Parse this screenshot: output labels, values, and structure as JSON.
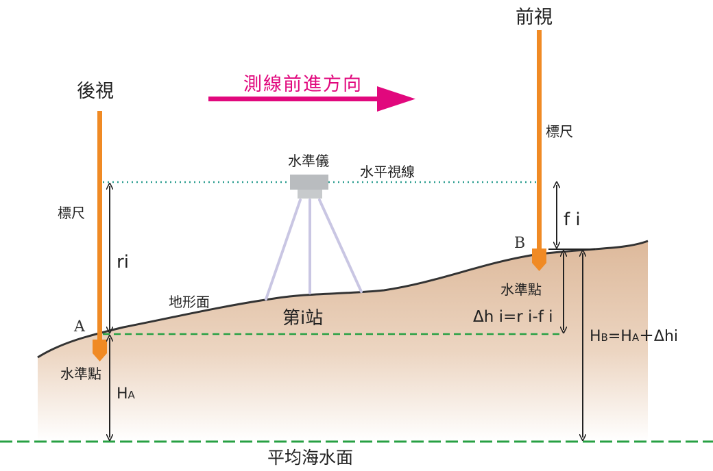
{
  "labels": {
    "backsight": "後視",
    "foresight": "前視",
    "direction": "測線前進方向",
    "level_instrument": "水準儀",
    "line_of_sight": "水平視線",
    "staff_left": "標尺",
    "staff_right": "標尺",
    "ri": "ri",
    "fi": "f i",
    "terrain": "地形面",
    "station": "第i站",
    "point_a": "A",
    "point_b": "B",
    "benchmark_a": "水準點",
    "benchmark_b": "水準點",
    "ha_main": "H",
    "ha_sub": "A",
    "delta_h": "Δh i=r i-f i",
    "hb_formula": {
      "h1": "H",
      "s1": "B",
      "eq": "=H",
      "s2": "A",
      "plus": "+",
      "tail": "Δhi"
    },
    "mean_sea_level": "平均海水面"
  },
  "colors": {
    "staff": "#f08a24",
    "ground_top": "#ddb99b",
    "ground_bottom": "#ffffff",
    "sight_line": "#2a9d8f",
    "datum_line": "#27a043",
    "arrow": "#e1087d",
    "tripod": "#c9c6e3",
    "instrument": "#b9bcbf"
  }
}
